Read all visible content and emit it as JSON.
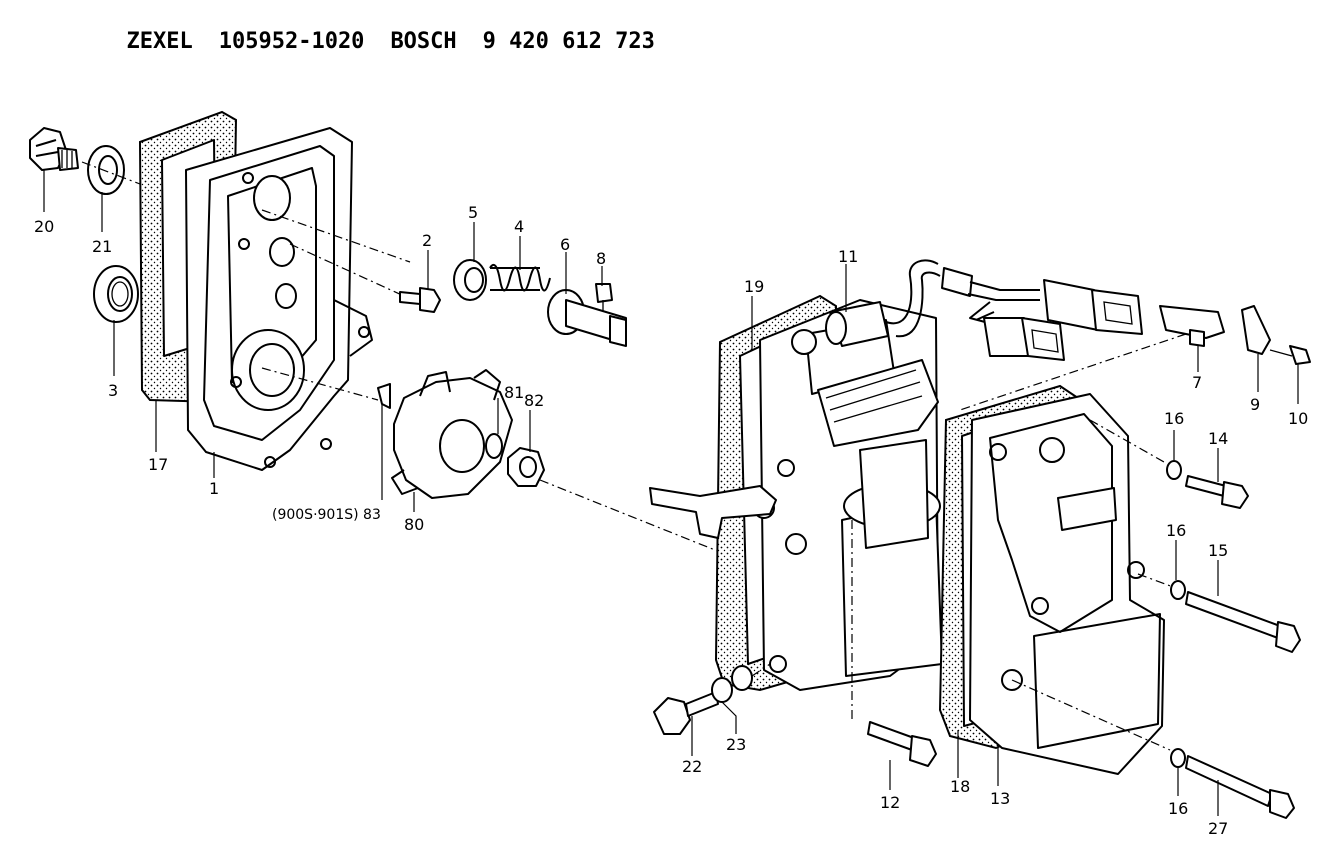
{
  "header": {
    "brand1": "ZEXEL",
    "part1": "105952-1020",
    "brand2": "BOSCH",
    "part2": "9 420 612 723"
  },
  "labels": {
    "l1": "1",
    "l2": "2",
    "l3": "3",
    "l4": "4",
    "l5": "5",
    "l6": "6",
    "l7": "7",
    "l8": "8",
    "l9": "9",
    "l10": "10",
    "l11": "11",
    "l12": "12",
    "l13": "13",
    "l14": "14",
    "l15": "15",
    "l16a": "16",
    "l16b": "16",
    "l16c": "16",
    "l17": "17",
    "l18": "18",
    "l19": "19",
    "l20": "20",
    "l21": "21",
    "l22": "22",
    "l23": "23",
    "l27": "27",
    "l80": "80",
    "l81": "81",
    "l82": "82",
    "l83": "(900S·901S) 83"
  }
}
